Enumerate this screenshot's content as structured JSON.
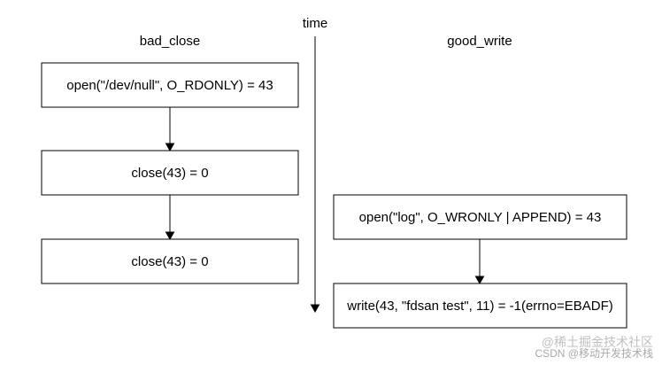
{
  "axis_label": "time",
  "columns": {
    "left_title": "bad_close",
    "right_title": "good_write"
  },
  "boxes": {
    "left_open": "open(\"/dev/null\", O_RDONLY) = 43",
    "left_close_1": "close(43) = 0",
    "left_close_2": "close(43) = 0",
    "right_open": "open(\"log\", O_WRONLY | APPEND) = 43",
    "right_write": "write(43, \"fdsan test\", 11) = -1(errno=EBADF)"
  },
  "watermark": {
    "line1": "@稀土掘金技术社区",
    "line2": "CSDN @移动开发技术栈"
  }
}
